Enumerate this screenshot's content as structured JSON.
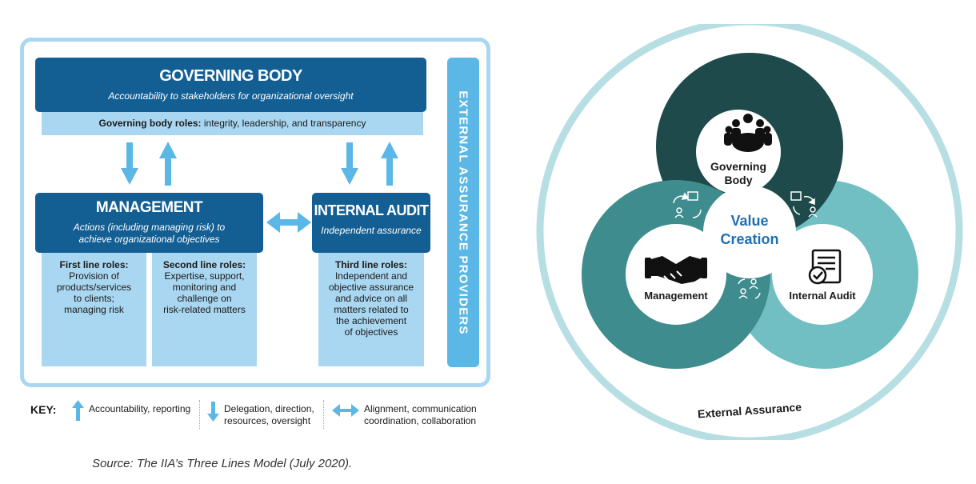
{
  "left_diagram": {
    "governing_body": {
      "title": "GOVERNING BODY",
      "subtitle": "Accountability to stakeholders for organizational oversight",
      "roles_label": "Governing body roles:",
      "roles_text": " integrity, leadership, and transparency"
    },
    "management": {
      "title": "MANAGEMENT",
      "subtitle_line1": "Actions (including managing risk) to",
      "subtitle_line2": "achieve organizational objectives"
    },
    "internal_audit": {
      "title": "INTERNAL AUDIT",
      "subtitle": "Independent assurance"
    },
    "first_line": {
      "heading": "First line roles:",
      "lines": [
        "Provision of",
        "products/services",
        "to clients;",
        "managing risk"
      ]
    },
    "second_line": {
      "heading": "Second line roles:",
      "lines": [
        "Expertise, support,",
        "monitoring and",
        "challenge on",
        "risk-related matters"
      ]
    },
    "third_line": {
      "heading": "Third line roles:",
      "lines": [
        "Independent and",
        "objective assurance",
        "and advice on all",
        "matters related to",
        "the achievement",
        "of objectives"
      ]
    },
    "external_providers": "EXTERNAL ASSURANCE PROVIDERS",
    "key": {
      "label": "KEY:",
      "accountability": [
        "Accountability, reporting"
      ],
      "delegation": [
        "Delegation, direction,",
        "resources, oversight"
      ],
      "alignment": [
        "Alignment, communication",
        "coordination, collaboration"
      ]
    }
  },
  "right_diagram": {
    "governing_body_lines": [
      "Governing",
      "Body"
    ],
    "management": "Management",
    "internal_audit": "Internal Audit",
    "value_creation_lines": [
      "Value",
      "Creation"
    ],
    "external_assurance": "External Assurance"
  },
  "source": "Source: The IIA’s Three Lines Model (July 2020).",
  "colors": {
    "dark_blue": "#135f94",
    "light_blue": "#a9d6f0",
    "mid_blue": "#5bb7e6",
    "dark_teal": "#1f4a4b",
    "mid_teal": "#3e8c8d",
    "light_teal": "#72bfc3",
    "outer_ring": "#b7dfe3"
  }
}
